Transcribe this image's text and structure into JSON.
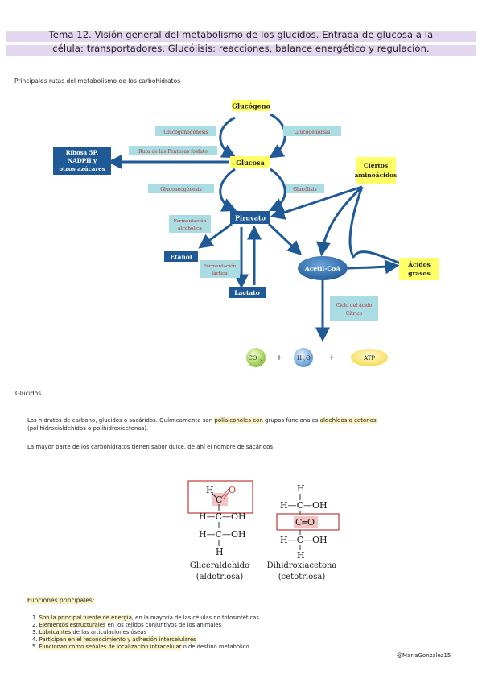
{
  "title": {
    "line1": "Tema 12. Visión general del metabolismo de los glucidos. Entrada de glucosa a la",
    "line2": "célula: transportadores. Glucólisis: reacciones, balance energético y regulación."
  },
  "routes_heading": "Principales rutas del metabolismo de los carbohidratos",
  "diagram": {
    "glucogeno": "Glucógeno",
    "glucosa": "Glucosa",
    "piruvato": "Piruvato",
    "etanol": "Etanol",
    "lactato": "Lactato",
    "acetil_coa": "Acetil-CoA",
    "ribosa": [
      "Ribosa 5P,",
      "NADPH y",
      "otros azúcares"
    ],
    "aminoacidos": [
      "Ciertos",
      "aminoácidos"
    ],
    "acidos_grasos": [
      "Ácidos",
      "grasos"
    ],
    "glucogenogenesis": "Glucogenogénesis",
    "glucogenolisis": "Glucogenólisis",
    "pentosas": "Ruta de las Pentosas fosfato",
    "gluconeogenesis": "Gluconeogénesis",
    "glucolisis": "Glucólisis",
    "ferm_alcoholica": [
      "Fermentación",
      "alcohólica"
    ],
    "ferm_lactica": [
      "Fermentación",
      "láctica"
    ],
    "ciclo": [
      "Ciclo del ácido",
      "Cítrico"
    ],
    "co2": "CO",
    "co2_sub": "2",
    "h2o_h": "H",
    "h2o_sub": "2",
    "h2o_o": "O",
    "atp": "ATP",
    "plus": "+"
  },
  "glucidos_heading": "Glucidos",
  "para1": {
    "p1": "Los hidratos de carbono, glucidos o sacáridos. Químicamente son ",
    "hl1": "polialcoholes con",
    "p2": " grupos funcionales ",
    "hl2": "aldehídos o cetonas",
    "line2": "(polihidroxialdehídos o polihidroxicetonas)."
  },
  "para2": "La mayor parte de los carbohidratos tienen sabor dulce, de ahí el nombre de sacáridos.",
  "chem": {
    "h": "H",
    "c": "C",
    "o": "O",
    "hc": "H—C—OH",
    "co": "C═O",
    "hc_left": "H—C—",
    "oh": "OH",
    "gliceraldehido": "Gliceraldehido",
    "aldotriosa": "(aldotriosa)",
    "dihidroxiacetona": "Dihidroxiacetona",
    "cetotriosa": "(cetotriosa)"
  },
  "funciones_heading": "Funciones principales:",
  "funciones": [
    {
      "n": "1.",
      "hl": "Son la principal fuente de energía",
      "rest": ", en la mayoría de las células no fotosintéticas"
    },
    {
      "n": "2.",
      "hl": "Elementos estructurales",
      "rest": " en los tejidos conjuntivos de los animales"
    },
    {
      "n": "3.",
      "hl": "Lubricantes",
      "rest": " de las articulaciones óseas"
    },
    {
      "n": "4.",
      "hl": "Participan en el reconocimiento y adhesión intercelulares",
      "rest": ""
    },
    {
      "n": "5.",
      "hl": "Funcionan como señales de localización intracelular",
      "rest": " o de destino metabólico"
    }
  ],
  "credit": "@MariaGonzalez15",
  "colors": {
    "title_highlight": "#e3d6ef",
    "arrow_blue": "#1f5a96",
    "yellow_box": "#ffff66",
    "blue_box": "#1f5a96",
    "teal_box": "#a9dce3",
    "red_text": "#b0332f",
    "acetil": "#2a6fb0",
    "chem_red": "#c23a3a",
    "chem_pink": "#f2c4c4",
    "text_highlight": "#fbf3c8"
  }
}
